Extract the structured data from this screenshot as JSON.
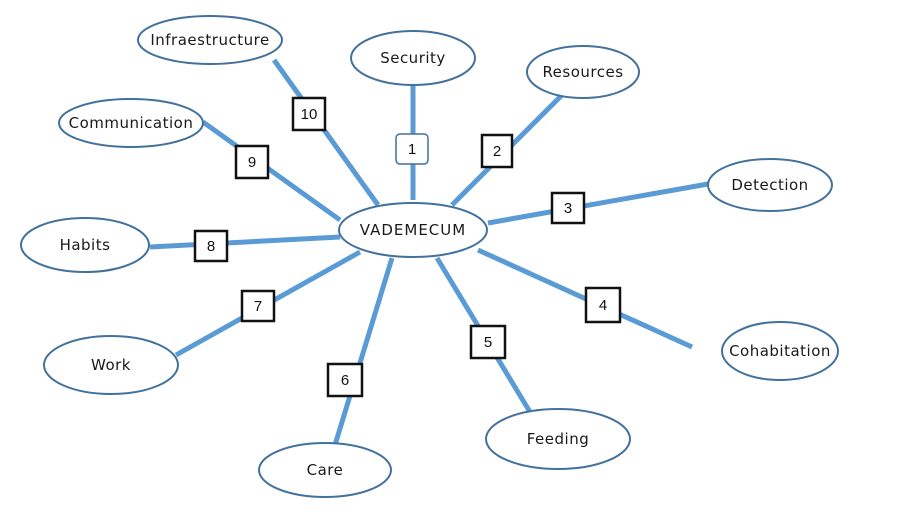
{
  "center": {
    "label": "VADEMECUM"
  },
  "nodes": [
    {
      "label": "Security",
      "number": "1"
    },
    {
      "label": "Resources",
      "number": "2"
    },
    {
      "label": "Detection",
      "number": "3"
    },
    {
      "label": "Cohabitation",
      "number": "4"
    },
    {
      "label": "Feeding",
      "number": "5"
    },
    {
      "label": "Care",
      "number": "6"
    },
    {
      "label": "Work",
      "number": "7"
    },
    {
      "label": "Habits",
      "number": "8"
    },
    {
      "label": "Communication",
      "number": "9"
    },
    {
      "label": "Infraestructure",
      "number": "10"
    }
  ],
  "colors": {
    "connector": "#5b9bd5",
    "ellipse_stroke": "#41719c",
    "ellipse_fill": "#ffffff",
    "box_stroke": "#111111"
  }
}
